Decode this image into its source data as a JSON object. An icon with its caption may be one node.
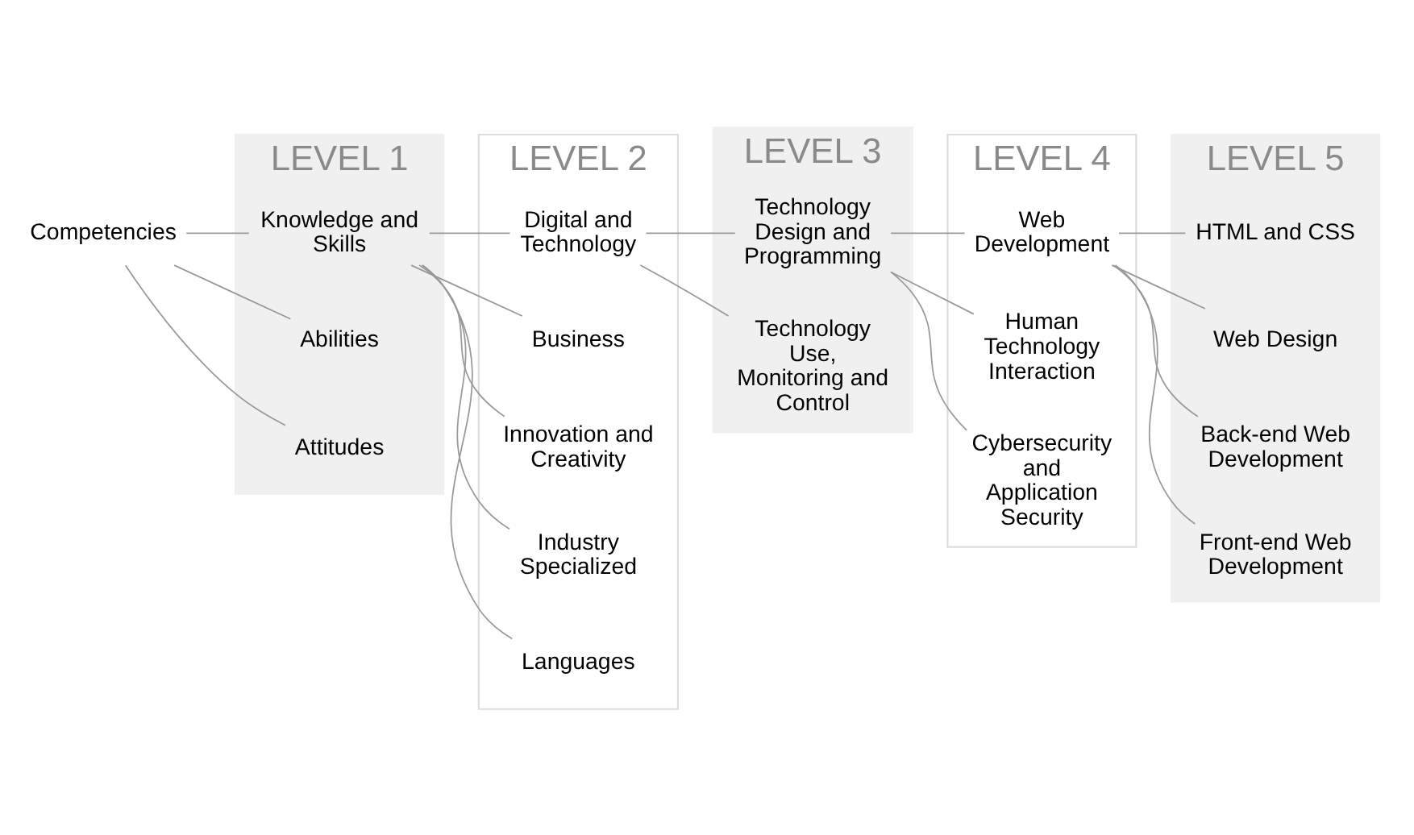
{
  "diagram": {
    "nodes": [
      {
        "text": [
          "LEVEL 1"
        ]
      },
      {
        "text": [
          "LEVEL 2"
        ]
      },
      {
        "text": [
          "LEVEL 3"
        ]
      },
      {
        "text": [
          "LEVEL 4"
        ]
      },
      {
        "text": [
          "LEVEL 5"
        ]
      },
      {
        "text": [
          "Competencies"
        ]
      },
      {
        "text": [
          "Knowledge and Skills"
        ],
        "in": 0
      },
      {
        "text": [
          "Abilities"
        ],
        "in": 0
      },
      {
        "text": [
          "Attitudes"
        ],
        "in": 0
      },
      {
        "text": [
          "Digital and Technology"
        ],
        "in": 1
      },
      {
        "text": [
          "Business"
        ],
        "in": 1
      },
      {
        "text": [
          "Innovation and Creativity"
        ],
        "in": 1
      },
      {
        "text": [
          "Industry Specialized"
        ],
        "in": 1
      },
      {
        "text": [
          "Languages"
        ],
        "in": 1
      },
      {
        "text": [
          "Technology Design and Programming"
        ],
        "in": 2
      },
      {
        "text": [
          "Technology Use, Monitoring and Control"
        ],
        "in": 2
      },
      {
        "text": [
          "Web Development"
        ],
        "in": 3
      },
      {
        "text": [
          "Human Technology Interaction"
        ],
        "in": 3
      },
      {
        "text": [
          "Cybersecurity and Application Security"
        ],
        "in": 3
      },
      {
        "text": [
          "HTML and CSS"
        ],
        "in": 4
      },
      {
        "text": [
          "Web Design"
        ],
        "in": 4
      },
      {
        "text": [
          "Back-end Web Development"
        ],
        "in": 4
      },
      {
        "text": [
          "Front-end Web Development"
        ],
        "in": 4
      }
    ],
    "edges": [
      {
        "from": 5,
        "to": 6,
        "arrow": "none"
      },
      {
        "from": 5,
        "to": 7,
        "arrow": "none"
      },
      {
        "from": 5,
        "to": 8,
        "arrow": "none"
      },
      {
        "from": 6,
        "to": 9,
        "arrow": "none"
      },
      {
        "from": 6,
        "to": 10,
        "arrow": "none"
      },
      {
        "from": 6,
        "to": 11,
        "arrow": "none"
      },
      {
        "from": 6,
        "to": 12,
        "arrow": "none"
      },
      {
        "from": 6,
        "to": 13,
        "arrow": "none"
      },
      {
        "from": 9,
        "to": 14,
        "arrow": "none"
      },
      {
        "from": 9,
        "to": 15,
        "arrow": "none"
      },
      {
        "from": 14,
        "to": 16,
        "arrow": "none"
      },
      {
        "from": 14,
        "to": 17,
        "arrow": "none"
      },
      {
        "from": 14,
        "to": 18,
        "arrow": "none"
      },
      {
        "from": 16,
        "to": 19,
        "arrow": "none"
      },
      {
        "from": 16,
        "to": 20,
        "arrow": "none"
      },
      {
        "from": 16,
        "to": 21,
        "arrow": "none"
      },
      {
        "from": 16,
        "to": 22,
        "arrow": "none"
      }
    ]
  }
}
